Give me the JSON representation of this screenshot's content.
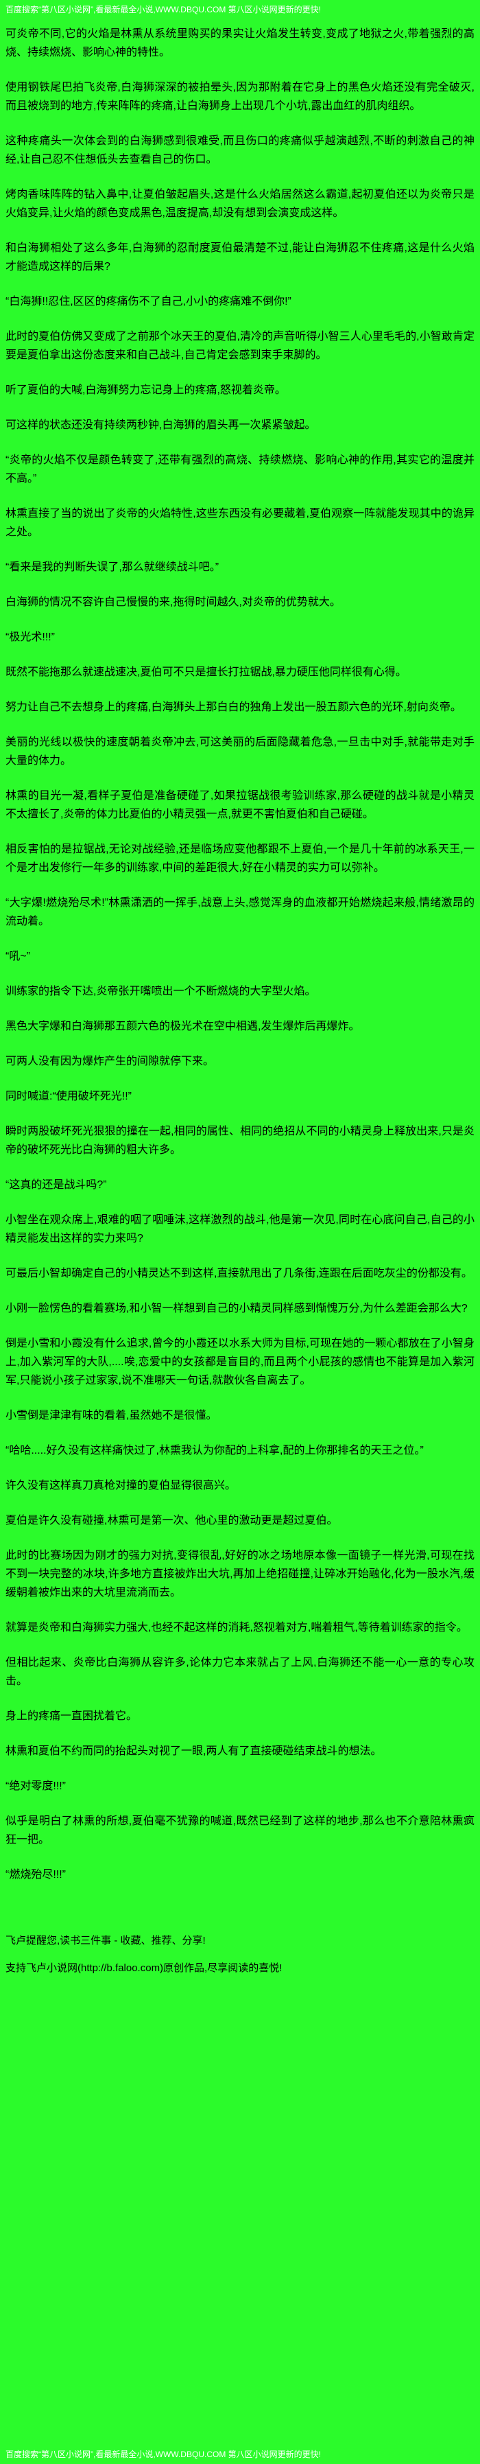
{
  "theme": {
    "background": "#2bfb2b",
    "body_text": "#000000",
    "banner_text": "#ffffff"
  },
  "top_banner": {
    "text": "百度搜索“第八区小说网”,看最新最全小说,WWW.DBQU.COM 第八区小说网更新的更快!"
  },
  "content": {
    "paragraphs": [
      "可炎帝不同,它的火焰是林熏从系统里购买的果实让火焰发生转变,变成了地狱之火,带着强烈的高烧、持续燃烧、影响心神的特性。",
      "使用钢铁尾巴拍飞炎帝,白海狮深深的被拍晕头,因为那附着在它身上的黑色火焰还没有完全破灭,而且被烧到的地方,传来阵阵的疼痛,让白海狮身上出现几个小坑,露出血红的肌肉组织。",
      "这种疼痛头一次体会到的白海狮感到很难受,而且伤口的疼痛似乎越演越烈,不断的刺激自己的神经,让自己忍不住想低头去查看自己的伤口。",
      "烤肉香味阵阵的钻入鼻中,让夏伯皱起眉头,这是什么火焰居然这么霸道,起初夏伯还以为炎帝只是火焰变异,让火焰的颜色变成黑色,温度提高,却没有想到会演变成这样。",
      "和白海狮相处了这么多年,白海狮的忍耐度夏伯最清楚不过,能让白海狮忍不住疼痛,这是什么火焰才能造成这样的后果?",
      "“白海狮!!忍住,区区的疼痛伤不了自己,小小的疼痛难不倒你!”",
      "此时的夏伯仿佛又变成了之前那个冰天王的夏伯,清冷的声音听得小智三人心里毛毛的,小智敢肯定要是夏伯拿出这份态度来和自己战斗,自己肯定会感到束手束脚的。",
      "听了夏伯的大喊,白海狮努力忘记身上的疼痛,怒视着炎帝。",
      "可这样的状态还没有持续两秒钟,白海狮的眉头再一次紧紧皱起。",
      "“炎帝的火焰不仅是颜色转变了,还带有强烈的高烧、持续燃烧、影响心神的作用,其实它的温度并不高。”",
      "林熏直接了当的说出了炎帝的火焰特性,这些东西没有必要藏着,夏伯观察一阵就能发现其中的诡异之处。",
      "“看来是我的判断失误了,那么就继续战斗吧。”",
      "白海狮的情况不容许自己慢慢的来,拖得时间越久,对炎帝的优势就大。",
      "“极光术!!!”",
      "既然不能拖那么就速战速决,夏伯可不只是擅长打拉锯战,暴力硬压他同样很有心得。",
      "努力让自己不去想身上的疼痛,白海狮头上那白白的独角上发出一股五颜六色的光环,射向炎帝。",
      "美丽的光线以极快的速度朝着炎帝冲去,可这美丽的后面隐藏着危急,一旦击中对手,就能带走对手大量的体力。",
      "林熏的目光一凝,看样子夏伯是准备硬碰了,如果拉锯战很考验训练家,那么硬碰的战斗就是小精灵不太擅长了,炎帝的体力比夏伯的小精灵强一点,就更不害怕夏伯和自己硬碰。",
      "相反害怕的是拉锯战,无论对战经验,还是临场应变他都跟不上夏伯,一个是几十年前的冰系天王,一个是才出发修行一年多的训练家,中间的差距很大,好在小精灵的实力可以弥补。",
      "“大字爆!燃烧殆尽术!”林熏潇洒的一挥手,战意上头,感觉浑身的血液都开始燃烧起来般,情绪激昂的流动着。",
      "“吼~”",
      "训练家的指令下达,炎帝张开嘴喷出一个不断燃烧的大字型火焰。",
      "黑色大字爆和白海狮那五颜六色的极光术在空中相遇,发生爆炸后再爆炸。",
      "可两人没有因为爆炸产生的间隙就停下来。",
      "同时喊道:“使用破坏死光!!”",
      "瞬时两股破坏死光狠狠的撞在一起,相同的属性、相同的绝招从不同的小精灵身上释放出来,只是炎帝的破坏死光比白海狮的粗大许多。",
      "“这真的还是战斗吗?”",
      "小智坐在观众席上,艰难的咽了咽唾沫,这样激烈的战斗,他是第一次见,同时在心底问自己,自己的小精灵能发出这样的实力来吗?",
      "可最后小智却确定自己的小精灵达不到这样,直接就甩出了几条街,连跟在后面吃灰尘的份都没有。",
      "小刚一脸愣色的看着赛场,和小智一样想到自己的小精灵同样感到惭愧万分,为什么差距会那么大?",
      "倒是小雪和小霞没有什么追求,曾今的小霞还以水系大师为目标,可现在她的一颗心都放在了小智身上,加入紫河军的大队,....唉,恋爱中的女孩都是盲目的,而且两个小屁孩的感情也不能算是加入紫河军,只能说小孩子过家家,说不准哪天一句话,就散伙各自离去了。",
      "小雪倒是津津有味的看着,虽然她不是很懂。",
      "“哈哈.....好久没有这样痛快过了,林熏我认为你配的上科拿,配的上你那排名的天王之位。”",
      "许久没有这样真刀真枪对撞的夏伯显得很高兴。",
      "夏伯是许久没有碰撞,林熏可是第一次、他心里的激动更是超过夏伯。",
      "此时的比赛场因为刚才的强力对抗,变得很乱,好好的冰之场地原本像一面镜子一样光滑,可现在找不到一块完整的冰块,许多地方直接被炸出大坑,再加上绝招碰撞,让碎冰开始融化,化为一股水汽,缓缓朝着被炸出来的大坑里流淌而去。",
      "就算是炎帝和白海狮实力强大,也经不起这样的消耗,怒视着对方,喘着粗气,等待着训练家的指令。",
      "但相比起来、炎帝比白海狮从容许多,论体力它本来就占了上风,白海狮还不能一心一意的专心攻击。",
      "身上的疼痛一直困扰着它。",
      "林熏和夏伯不约而同的抬起头对视了一眼,两人有了直接硬碰结束战斗的想法。",
      "“绝对零度!!!”",
      "似乎是明白了林熏的所想,夏伯毫不犹豫的喊道,既然已经到了这样的地步,那么也不介意陪林熏疯狂一把。",
      "“燃烧殆尽!!!”"
    ]
  },
  "footer": {
    "reminder": "飞卢提醒您,读书三件事 - 收藏、推荐、分享!",
    "support": "支持飞卢小说网(http://b.faloo.com)原创作品,尽享阅读的喜悦!"
  },
  "bottom_banner": {
    "text": "百度搜索“第八区小说网”,看最新最全小说,WWW.DBQU.COM 第八区小说网更新的更快!"
  }
}
